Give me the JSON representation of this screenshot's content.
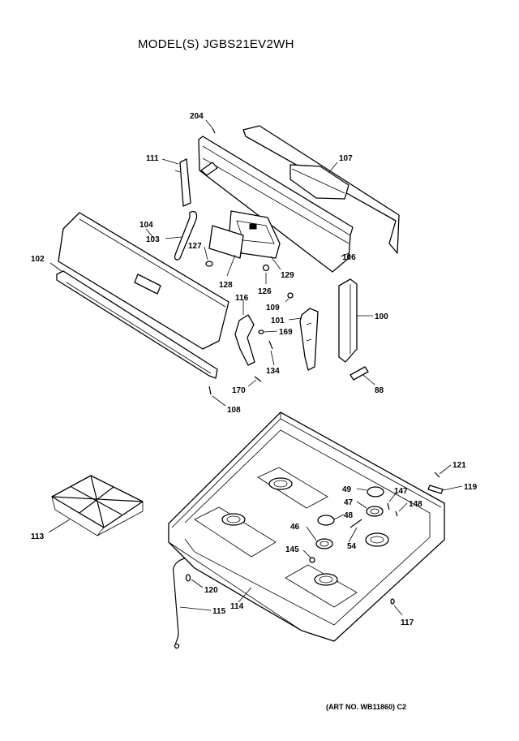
{
  "title": "MODEL(S) JGBS21EV2WH",
  "footer": "(ART NO. WB11860) C2",
  "callouts": {
    "c204": "204",
    "c107": "107",
    "c111": "111",
    "c104": "104",
    "c103": "103",
    "c127": "127",
    "c102": "102",
    "c128": "128",
    "c126": "126",
    "c129": "129",
    "c106": "106",
    "c109": "109",
    "c116": "116",
    "c101": "101",
    "c169": "169",
    "c100": "100",
    "c134": "134",
    "c170": "170",
    "c88": "88",
    "c108": "108",
    "c121": "121",
    "c119": "119",
    "c49": "49",
    "c147": "147",
    "c148": "148",
    "c47": "47",
    "c48": "48",
    "c46": "46",
    "c54": "54",
    "c145": "145",
    "c113": "113",
    "c120": "120",
    "c115": "115",
    "c114": "114",
    "c117": "117"
  }
}
